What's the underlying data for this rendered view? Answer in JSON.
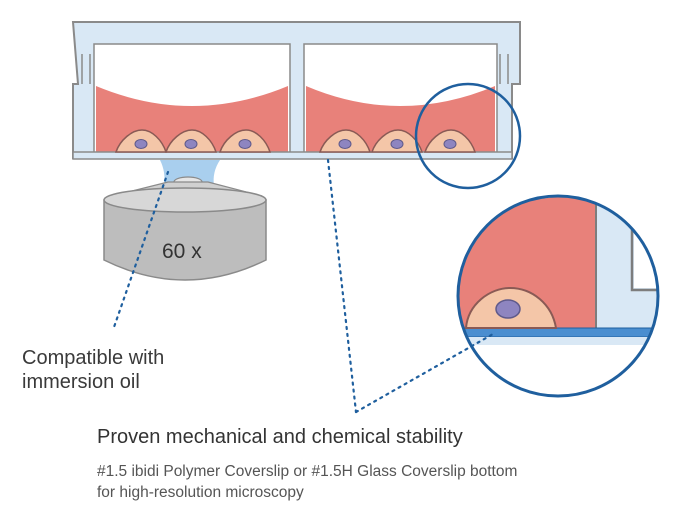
{
  "objective": {
    "magnification": "60 x"
  },
  "labels": {
    "immersion_oil_line1": "Compatible with",
    "immersion_oil_line2": "immersion oil",
    "stability_title": "Proven mechanical and chemical stability",
    "coverslip_line1": "#1.5 ibidi Polymer Coverslip or #1.5H Glass Coverslip bottom",
    "coverslip_line2": "for high-resolution microscopy"
  },
  "colors": {
    "frame_blue": "#1f5f9e",
    "frame_fill": "#d9e8f5",
    "frame_stroke": "#8a8a8a",
    "medium_red": "#e8817a",
    "cell_fill": "#f4c6a8",
    "cell_stroke": "#8a5a55",
    "nucleus": "#8e85c0",
    "objective_gray": "#bdbdbd",
    "oil_blue": "#a9cfee",
    "coverslip_blue": "#4a8ed0"
  },
  "icons": {
    "cell": "cell-icon",
    "objective": "objective-lens-icon",
    "magnifier": "magnifier-circle-icon"
  }
}
